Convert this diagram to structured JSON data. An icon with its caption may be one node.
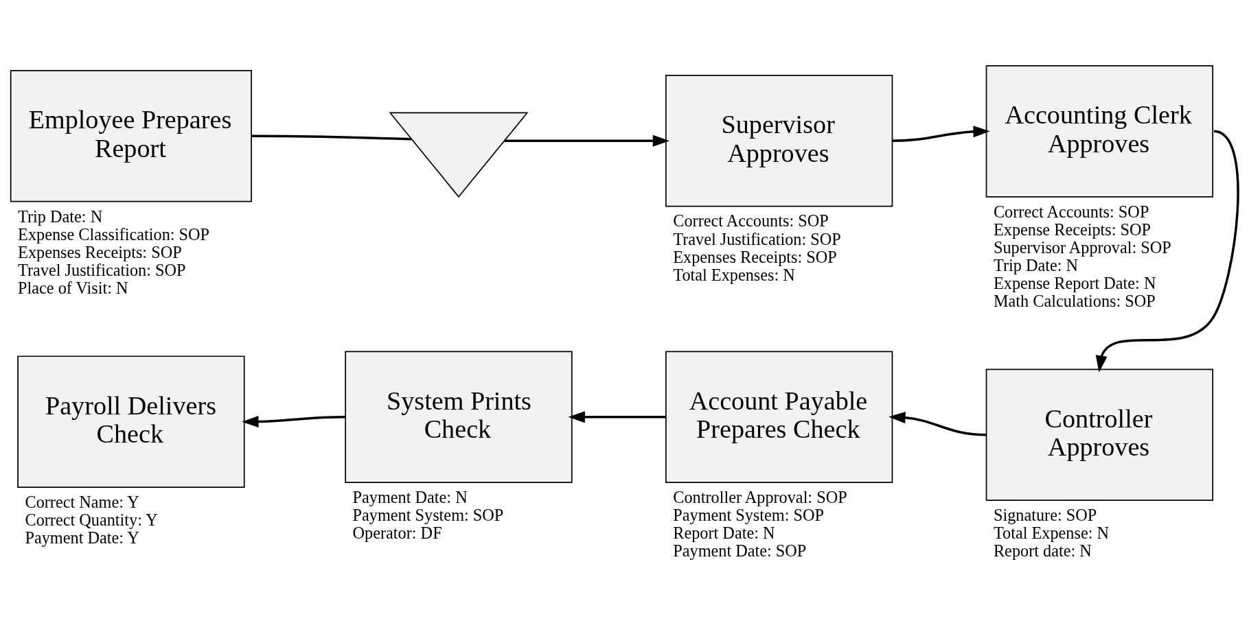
{
  "diagram": {
    "nodes": [
      {
        "text": [
          "Employee Prepares Report"
        ],
        "beside": [
          "Trip Date: N",
          "Expense Classification: SOP",
          "Expenses Receipts: SOP",
          "Travel Justification: SOP",
          "Place of Visit: N"
        ]
      },
      {
        "text": [],
        "shape": "triangle"
      },
      {
        "text": [
          "Supervisor Approves"
        ],
        "beside": [
          "Correct Accounts: SOP",
          "Travel Justification: SOP",
          "Expenses Receipts: SOP",
          "Total Expenses: N"
        ]
      },
      {
        "text": [
          "Accounting Clerk Approves"
        ],
        "beside": [
          "Correct Accounts: SOP",
          "Expense Receipts: SOP",
          "Supervisor Approval: SOP",
          "Trip Date: N",
          "Expense Report Date: N",
          "Math Calculations: SOP"
        ]
      },
      {
        "text": [
          "Payroll Delivers Check"
        ],
        "beside": [
          "Correct Name: Y",
          "Correct Quantity: Y",
          "Payment Date: Y"
        ]
      },
      {
        "text": [
          "System Prints Check"
        ],
        "beside": [
          "Payment Date: N",
          "Payment System: SOP",
          "Operator: DF"
        ]
      },
      {
        "text": [
          "Account Payable Prepares Check"
        ],
        "beside": [
          "Controller Approval: SOP",
          "Payment System: SOP",
          "Report Date: N",
          "Payment Date: SOP"
        ]
      },
      {
        "text": [
          "Controller Approves"
        ],
        "beside": [
          "Signature: SOP",
          "Total Expense: N",
          "Report date: N"
        ]
      }
    ],
    "edges": [
      {
        "from": 0,
        "to": 1,
        "arrow": "none"
      },
      {
        "from": 1,
        "to": 2,
        "arrow": "to"
      },
      {
        "from": 2,
        "to": 3,
        "arrow": "to"
      },
      {
        "from": 3,
        "to": 7,
        "arrow": "to"
      },
      {
        "from": 7,
        "to": 6,
        "arrow": "to"
      },
      {
        "from": 6,
        "to": 5,
        "arrow": "to"
      },
      {
        "from": 5,
        "to": 4,
        "arrow": "to"
      }
    ]
  }
}
